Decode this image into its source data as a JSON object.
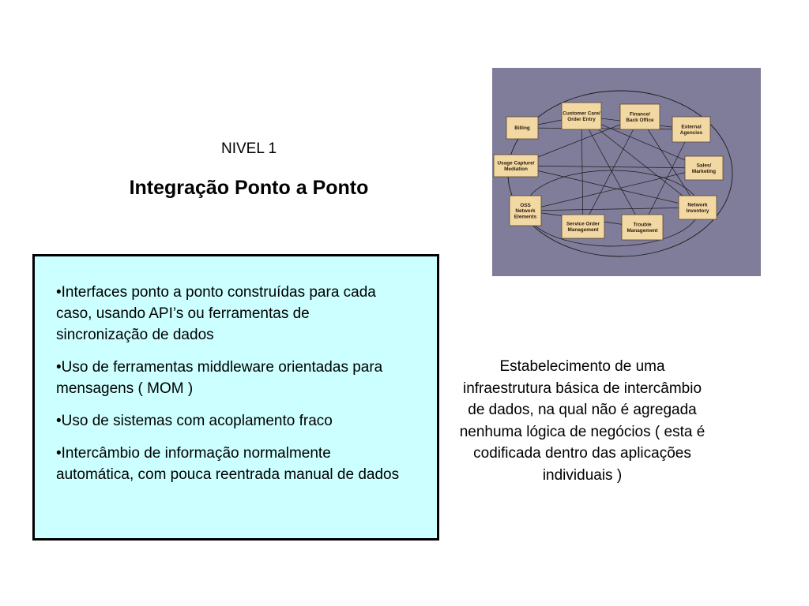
{
  "slide": {
    "level_label": "NIVEL 1",
    "title": "Integração Ponto a Ponto",
    "bullets": [
      "•Interfaces ponto a ponto construídas para cada caso, usando API’s ou ferramentas de sincronização de dados",
      "•Uso de ferramentas middleware orientadas para mensagens ( MOM )",
      "•Uso de sistemas com acoplamento fraco",
      "•Intercâmbio de informação normalmente automática, com pouca reentrada manual de dados"
    ],
    "description": "Estabelecimento de uma infraestrutura básica de intercâmbio de dados, na qual não é agregada nenhuma lógica de negócios ( esta é codificada dentro das aplicações individuais )"
  },
  "diagram": {
    "background_color": "#807d9a",
    "node_color": "#f2d9a3",
    "line_color": "#1a1a1a",
    "nodes": {
      "billing": [
        "Billing"
      ],
      "customer_care": [
        "Customer Care/",
        "Order Entry"
      ],
      "finance": [
        "Finance/",
        "Back Office"
      ],
      "external_agencies": [
        "External",
        "Agencies"
      ],
      "usage_capture": [
        "Usage Capture/",
        "Mediation"
      ],
      "sales_marketing": [
        "Sales/",
        "Marketing"
      ],
      "oss_network": [
        "OSS",
        "Network",
        "Elements"
      ],
      "network_inventory": [
        "Network",
        "Inventory"
      ],
      "service_order": [
        "Service Order",
        "Management"
      ],
      "trouble_management": [
        "Trouble",
        "Management"
      ]
    }
  }
}
